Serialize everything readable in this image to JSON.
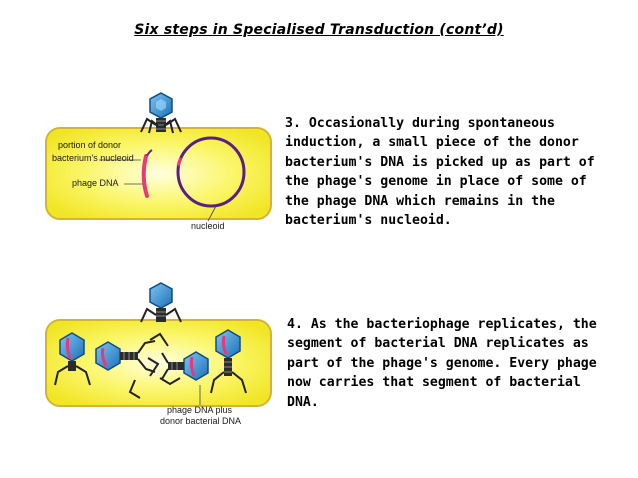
{
  "title": "Six steps in Specialised Transduction (cont’d)",
  "step3": {
    "lines": [
      "3. Occasionally during spontaneous",
      "induction, a small piece of the donor",
      "bacterium's DNA is picked up as part of",
      "the phage's genome in place of some of",
      "the phage DNA which remains in the",
      "bacterium's nucleoid."
    ]
  },
  "step4": {
    "lines": [
      "4. As the bacteriophage replicates, the",
      "segment of bacterial DNA replicates as",
      "part of the phage's genome. Every phage",
      "now carries that segment of bacterial",
      "DNA."
    ]
  },
  "diagram1": {
    "label_donor_line1": "portion of donor",
    "label_donor_line2": "bacterium's nucleoid",
    "label_phage_dna": "phage DNA",
    "label_nucleoid": "nucleoid"
  },
  "diagram2": {
    "label_line1": "phage DNA plus",
    "label_line2": "donor bacterial DNA"
  },
  "colors": {
    "cell_fill": "#f7f23a",
    "cell_border": "#d7b637",
    "phage_head": "#2d8fd4",
    "dna_pink": "#e8387a",
    "nucleoid": "#5a1f86"
  }
}
